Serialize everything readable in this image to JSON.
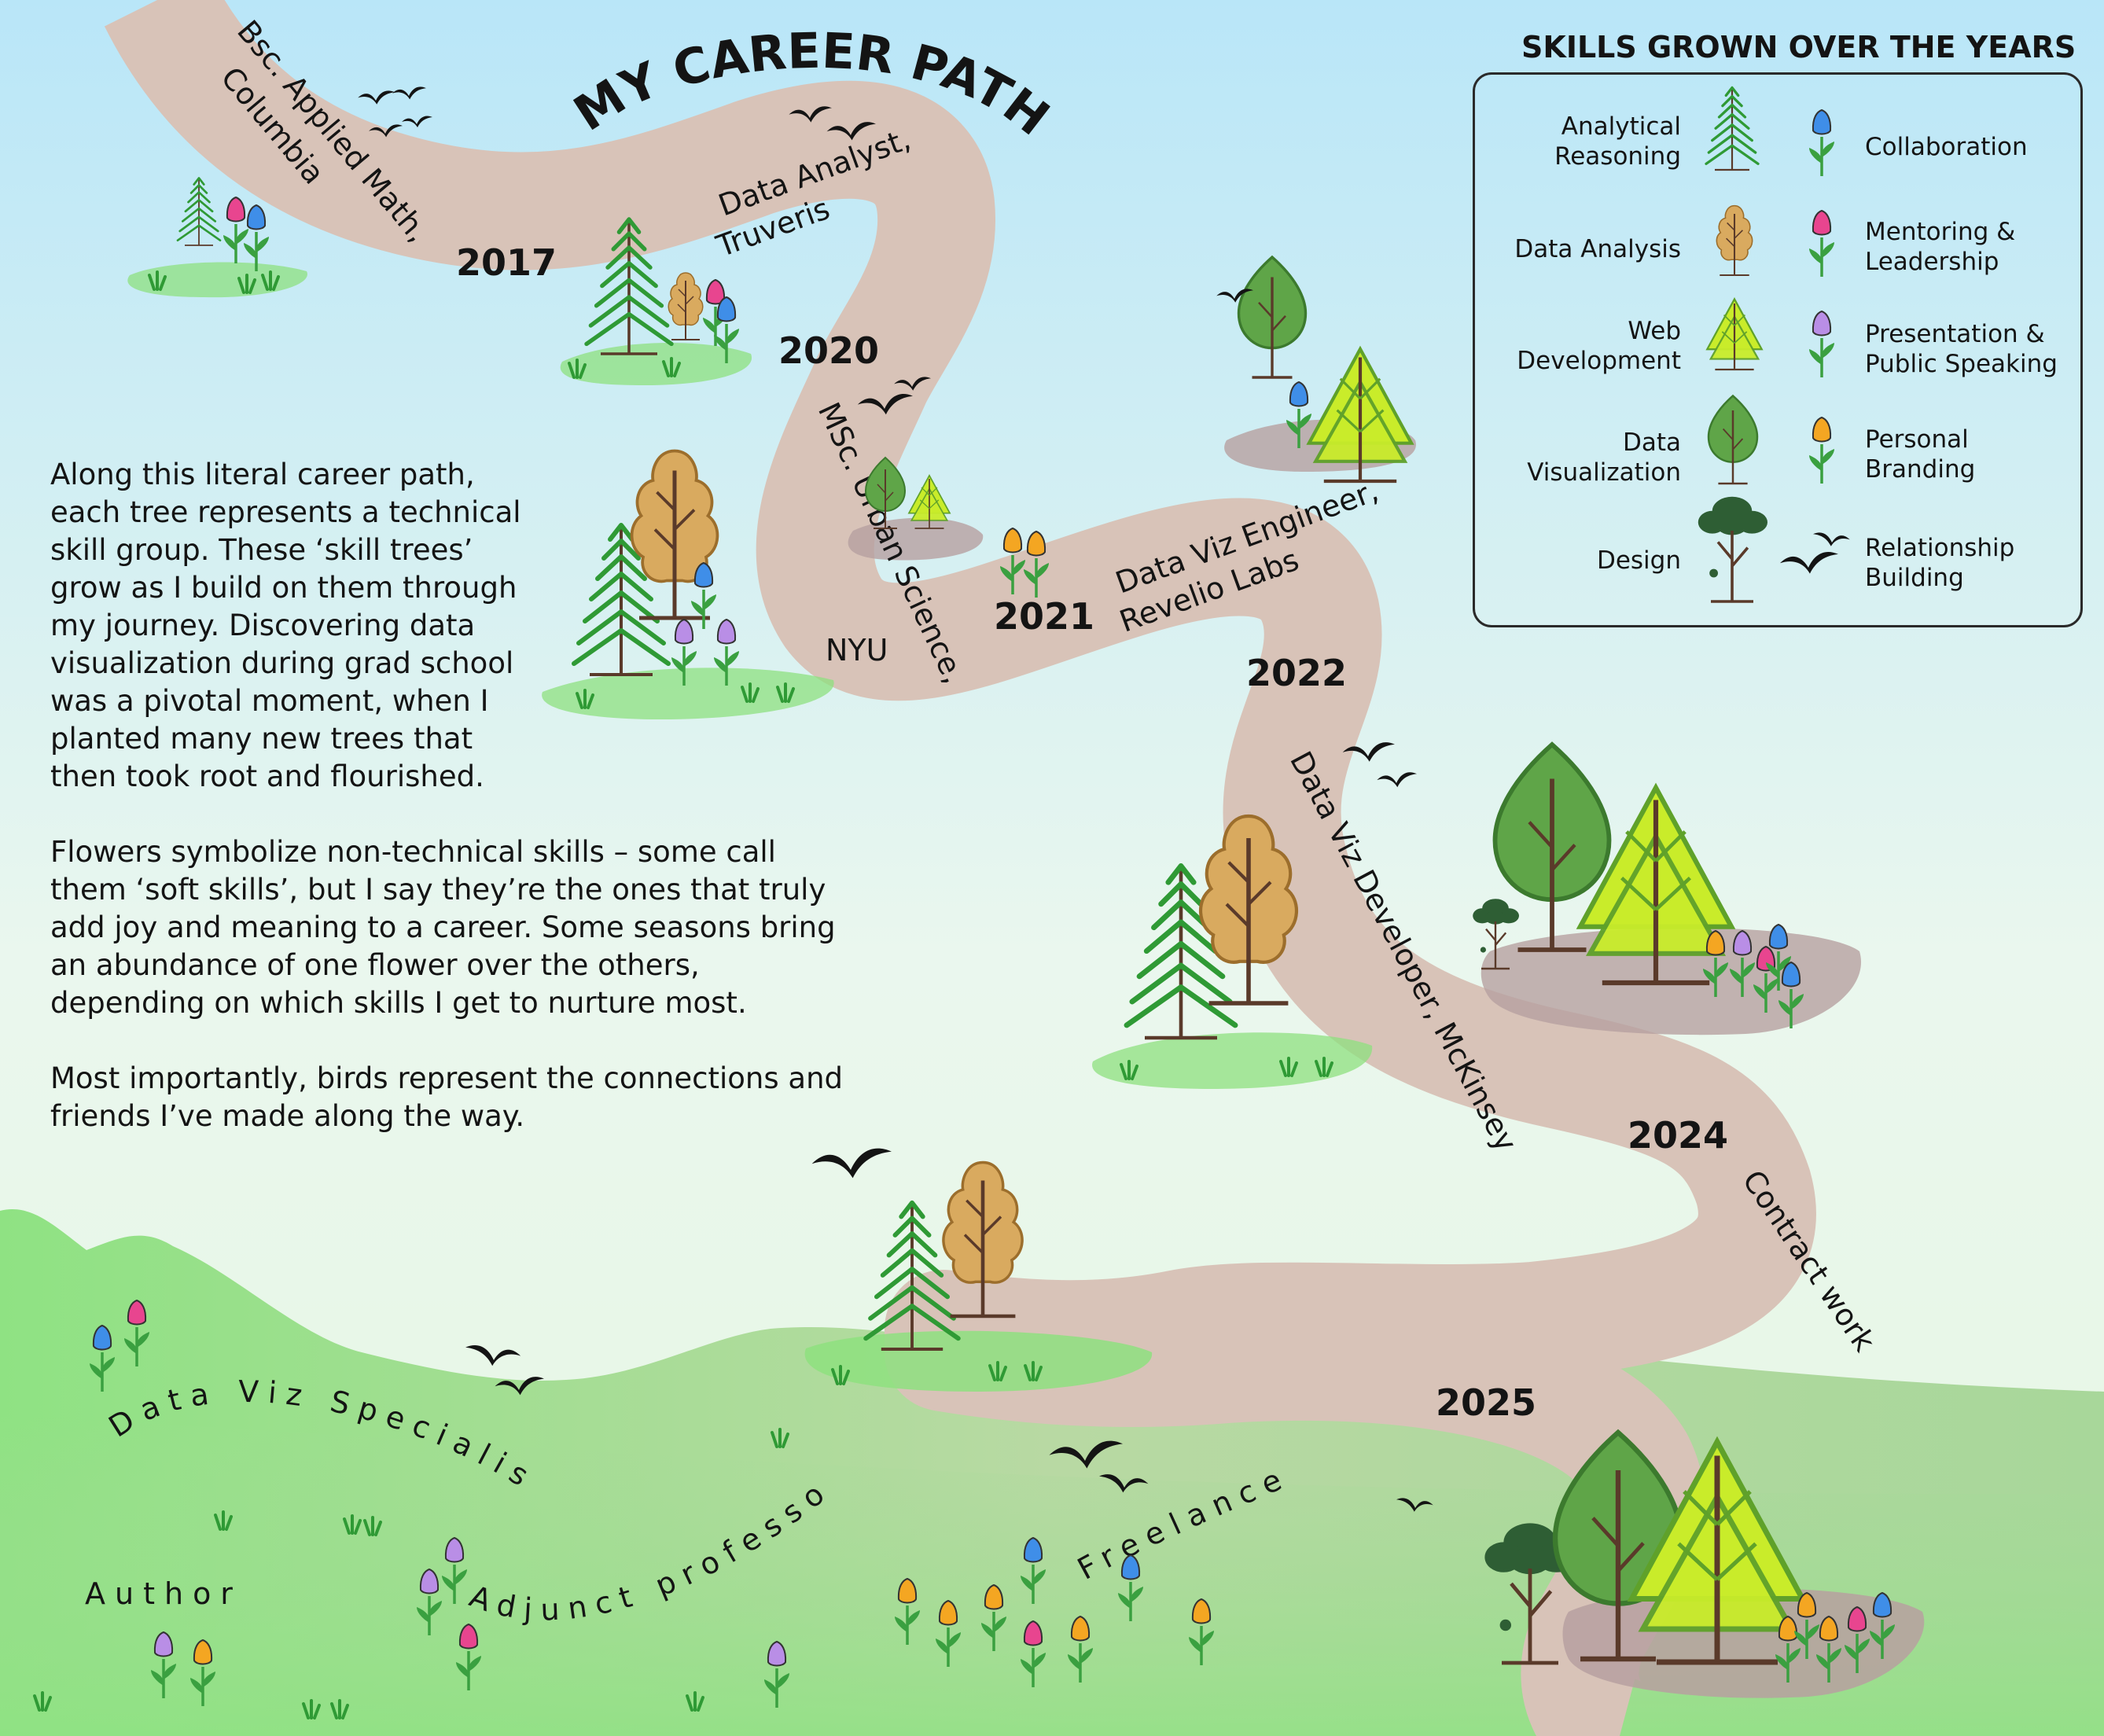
{
  "title": "MY CAREER PATH",
  "legend": {
    "title": "SKILLS GROWN OVER THE YEARS",
    "tree_items": [
      {
        "label": "Analytical\nReasoning",
        "icon": "pine-tree-icon"
      },
      {
        "label": "Data Analysis",
        "icon": "oak-tree-icon"
      },
      {
        "label": "Web\nDevelopment",
        "icon": "triangle-tree-icon"
      },
      {
        "label": "Data\nVisualization",
        "icon": "round-tree-icon"
      },
      {
        "label": "Design",
        "icon": "bonsai-tree-icon"
      }
    ],
    "flower_items": [
      {
        "label": "Collaboration",
        "icon": "blue-tulip-icon",
        "color": "#3f8ee8"
      },
      {
        "label": "Mentoring &\nLeadership",
        "icon": "pink-tulip-icon",
        "color": "#e8458f"
      },
      {
        "label": "Presentation &\nPublic Speaking",
        "icon": "purple-tulip-icon",
        "color": "#b98ee6"
      },
      {
        "label": "Personal\nBranding",
        "icon": "orange-tulip-icon",
        "color": "#f4a622"
      },
      {
        "label": "Relationship\nBuilding",
        "icon": "birds-icon"
      }
    ]
  },
  "description": [
    "Along this literal career path,\neach tree represents a technical\nskill group. These ‘skill trees’\ngrow as I build on them through\nmy journey. Discovering data\nvisualization during grad school\nwas a pivotal moment, when I\nplanted many new trees that\nthen took root and flourished.",
    "Flowers symbolize non-technical skills – some call\nthem ‘soft skills’, but I say they’re the ones that truly\nadd joy and meaning to a career. Some seasons bring\nan abundance of one flower over the others,\ndepending on which skills I get to nurture most.",
    "Most importantly, birds represent the connections and\nfriends I’ve made along the way."
  ],
  "milestones": [
    {
      "year": "2017",
      "role": [
        "Bsc. Applied Math,",
        "Columbia"
      ]
    },
    {
      "year": "2020",
      "role": [
        "Data Analyst,",
        "Truveris"
      ]
    },
    {
      "year": "2021",
      "role": [
        "MSc. Urban Science,",
        "NYU"
      ]
    },
    {
      "year": "2022",
      "role": [
        "Data Viz Engineer,",
        "Revelio Labs"
      ]
    },
    {
      "year": "2024",
      "role": [
        "Data Viz Developer, McKinsey"
      ]
    },
    {
      "year": "2025",
      "role": [
        "Contract work"
      ]
    }
  ],
  "future_roles": [
    "Data Viz Specialist",
    "Author",
    "Adjunct professor",
    "Freelance"
  ],
  "colors": {
    "path": "#d8c3b8",
    "grass": "#8ee07f",
    "pine": "#2f9a35",
    "oak": "#d9aa5f",
    "triangle": "#c9ec2a",
    "round": "#5fa548",
    "bonsai": "#2e5e34",
    "trunk": "#5a3a2a"
  }
}
